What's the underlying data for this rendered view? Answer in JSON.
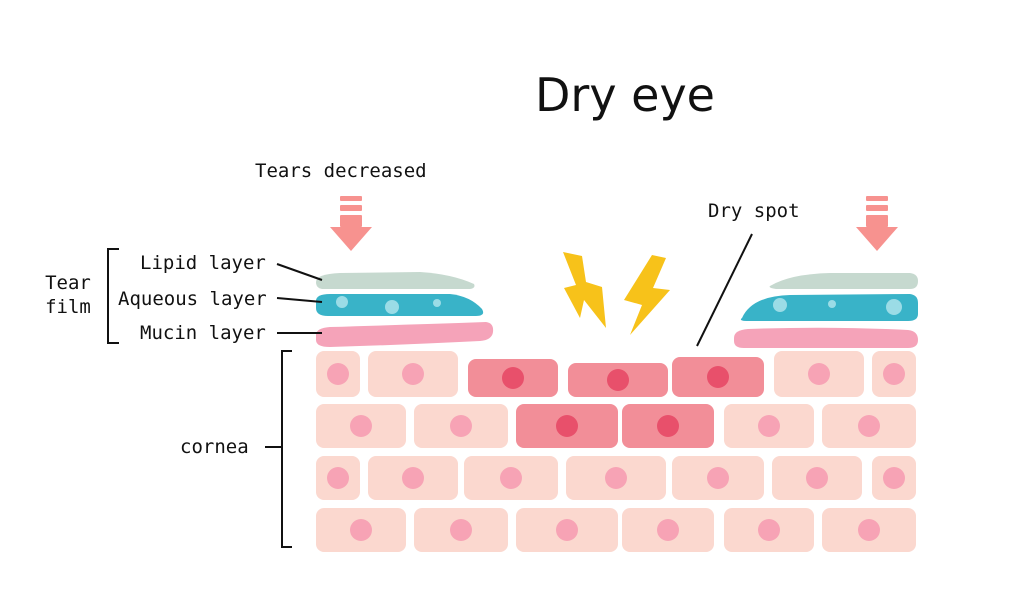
{
  "title": "Dry eye",
  "labels": {
    "tears_decreased": "Tears decreased",
    "dry_spot": "Dry spot",
    "tear_film_line1": "Tear",
    "tear_film_line2": "film",
    "lipid_layer": "Lipid layer",
    "aqueous_layer": "Aqueous layer",
    "mucin_layer": "Mucin layer",
    "cornea": "cornea"
  },
  "colors": {
    "lipid": "#c6d9cf",
    "aqueous": "#39b3c8",
    "aqueous_bubble": "#9bdce6",
    "mucin": "#f5a3b9",
    "arrow": "#f7928f",
    "lightning": "#f7c21a",
    "cell": "#fbd8cf",
    "cell_nucleus": "#f7a3b5",
    "damaged_cell": "#f28e98",
    "damaged_nucleus": "#e8506b",
    "line": "#111111"
  },
  "icons": [
    "down-arrow-icon",
    "lightning-icon"
  ]
}
